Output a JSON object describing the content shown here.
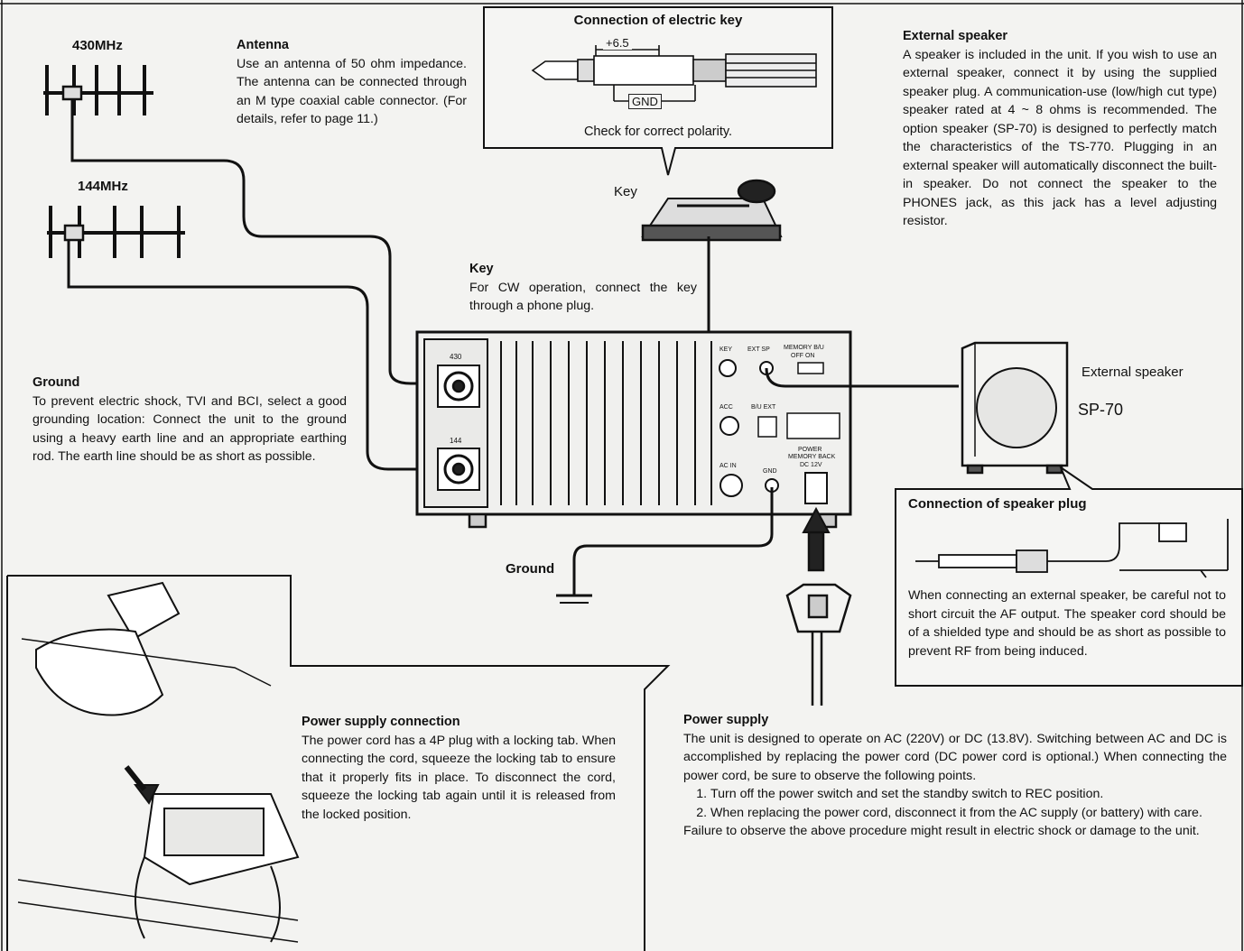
{
  "antenna_labels": {
    "top": "430MHz",
    "bottom": "144MHz"
  },
  "antenna": {
    "heading": "Antenna",
    "body": "Use an antenna of 50 ohm impedance. The antenna can be connected through an M type coaxial cable connector. (For details, refer to page 11.)"
  },
  "electric_key": {
    "heading": "Connection of electric key",
    "dim_label": "+6.5",
    "gnd_label": "GND",
    "caption": "Check for correct polarity."
  },
  "key_label": "Key",
  "key": {
    "heading": "Key",
    "body": "For CW operation, connect the key through a phone plug."
  },
  "external_speaker": {
    "heading": "External speaker",
    "body": "A speaker is included in the unit. If you wish to use an external speaker, connect it by using the supplied speaker plug. A communication-use (low/high cut type) speaker rated at 4 ~ 8 ohms is recommended. The option speaker (SP-70) is designed to perfectly match the characteristics of the TS-770. Plugging in an external speaker will automatically disconnect the built-in speaker. Do not connect the speaker to the PHONES jack, as this jack has a level adjusting resistor."
  },
  "ground": {
    "heading": "Ground",
    "body": "To prevent electric shock, TVI and BCI, select a good grounding location: Connect the unit to the ground using a heavy earth line and an appropriate earthing rod. The earth line should be as short as possible."
  },
  "speaker_labels": {
    "name": "External speaker",
    "model": "SP-70"
  },
  "rear_panel_labels": {
    "key": "KEY",
    "ext_sp": "EXT SP",
    "memory": "MEMORY B/U",
    "off_on": "OFF  ON",
    "acc": "ACC",
    "ext": "B/U EXT",
    "ac": "AC IN",
    "gnd": "GND",
    "power": "POWER",
    "power_sub": "MEMORY BACK",
    "dc": "DC 12V",
    "ant_top": "430",
    "ant_bottom": "144"
  },
  "ground_label": "Ground",
  "speaker_plug": {
    "heading": "Connection of speaker plug",
    "body": "When connecting an external speaker, be careful not to short circuit the AF output. The speaker cord should be of a shielded type and should be as short as possible to prevent RF from being induced."
  },
  "power_connection": {
    "heading": "Power supply connection",
    "body": "The power cord has a 4P plug with a locking tab. When connecting the cord, squeeze the locking tab to ensure that it properly fits in place. To disconnect the cord, squeeze the locking tab again until it is released from the locked position."
  },
  "power_supply": {
    "heading": "Power supply",
    "intro": "The unit is designed to operate on AC (220V) or DC (13.8V). Switching between AC and DC is accomplished by replacing the power cord (DC power cord is optional.) When connecting the power cord, be sure to observe the following points.",
    "points": [
      "Turn off the power switch and set the standby switch to REC position.",
      "When replacing the power cord, disconnect it from the AC supply (or battery) with care."
    ],
    "warning": "Failure to observe the above procedure might result in electric shock or damage to the unit."
  }
}
